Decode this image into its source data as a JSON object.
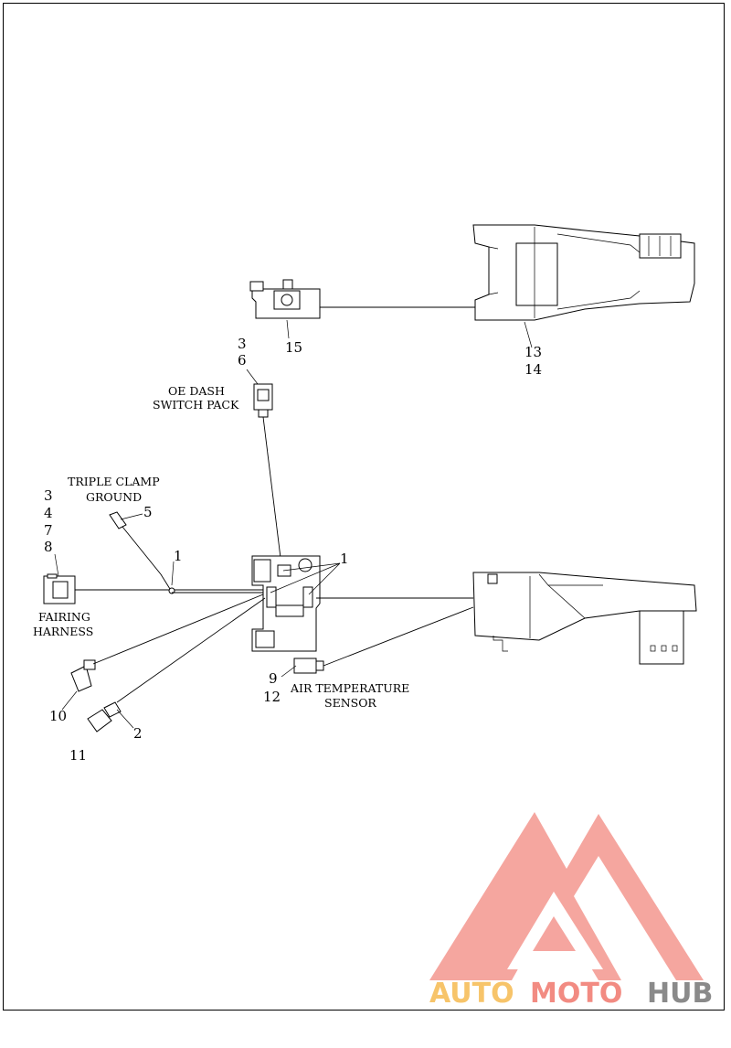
{
  "labels": {
    "callout_1a": "1",
    "callout_1b": "1",
    "callout_2": "2",
    "callout_3a": "3",
    "callout_4": "4",
    "callout_5": "5",
    "callout_3b": "3",
    "callout_6": "6",
    "callout_7": "7",
    "callout_8": "8",
    "callout_9": "9",
    "callout_10": "10",
    "callout_11": "11",
    "callout_12": "12",
    "callout_13": "13",
    "callout_14": "14",
    "callout_15": "15"
  },
  "text": {
    "oe_dash_line1": "OE DASH",
    "oe_dash_line2": "SWITCH PACK",
    "triple_clamp_line1": "TRIPLE CLAMP",
    "triple_clamp_line2": "GROUND",
    "fairing_line1": "FAIRING",
    "fairing_line2": "HARNESS",
    "air_temp_line1": "AIR TEMPERATURE",
    "air_temp_line2": "SENSOR"
  },
  "watermark": {
    "part1": "AUTO",
    "part2": "MOTO",
    "part3": "HUB",
    "color_auto": "#f7c46a",
    "color_moto": "#f28b82",
    "color_hub": "#8a8a8a"
  }
}
